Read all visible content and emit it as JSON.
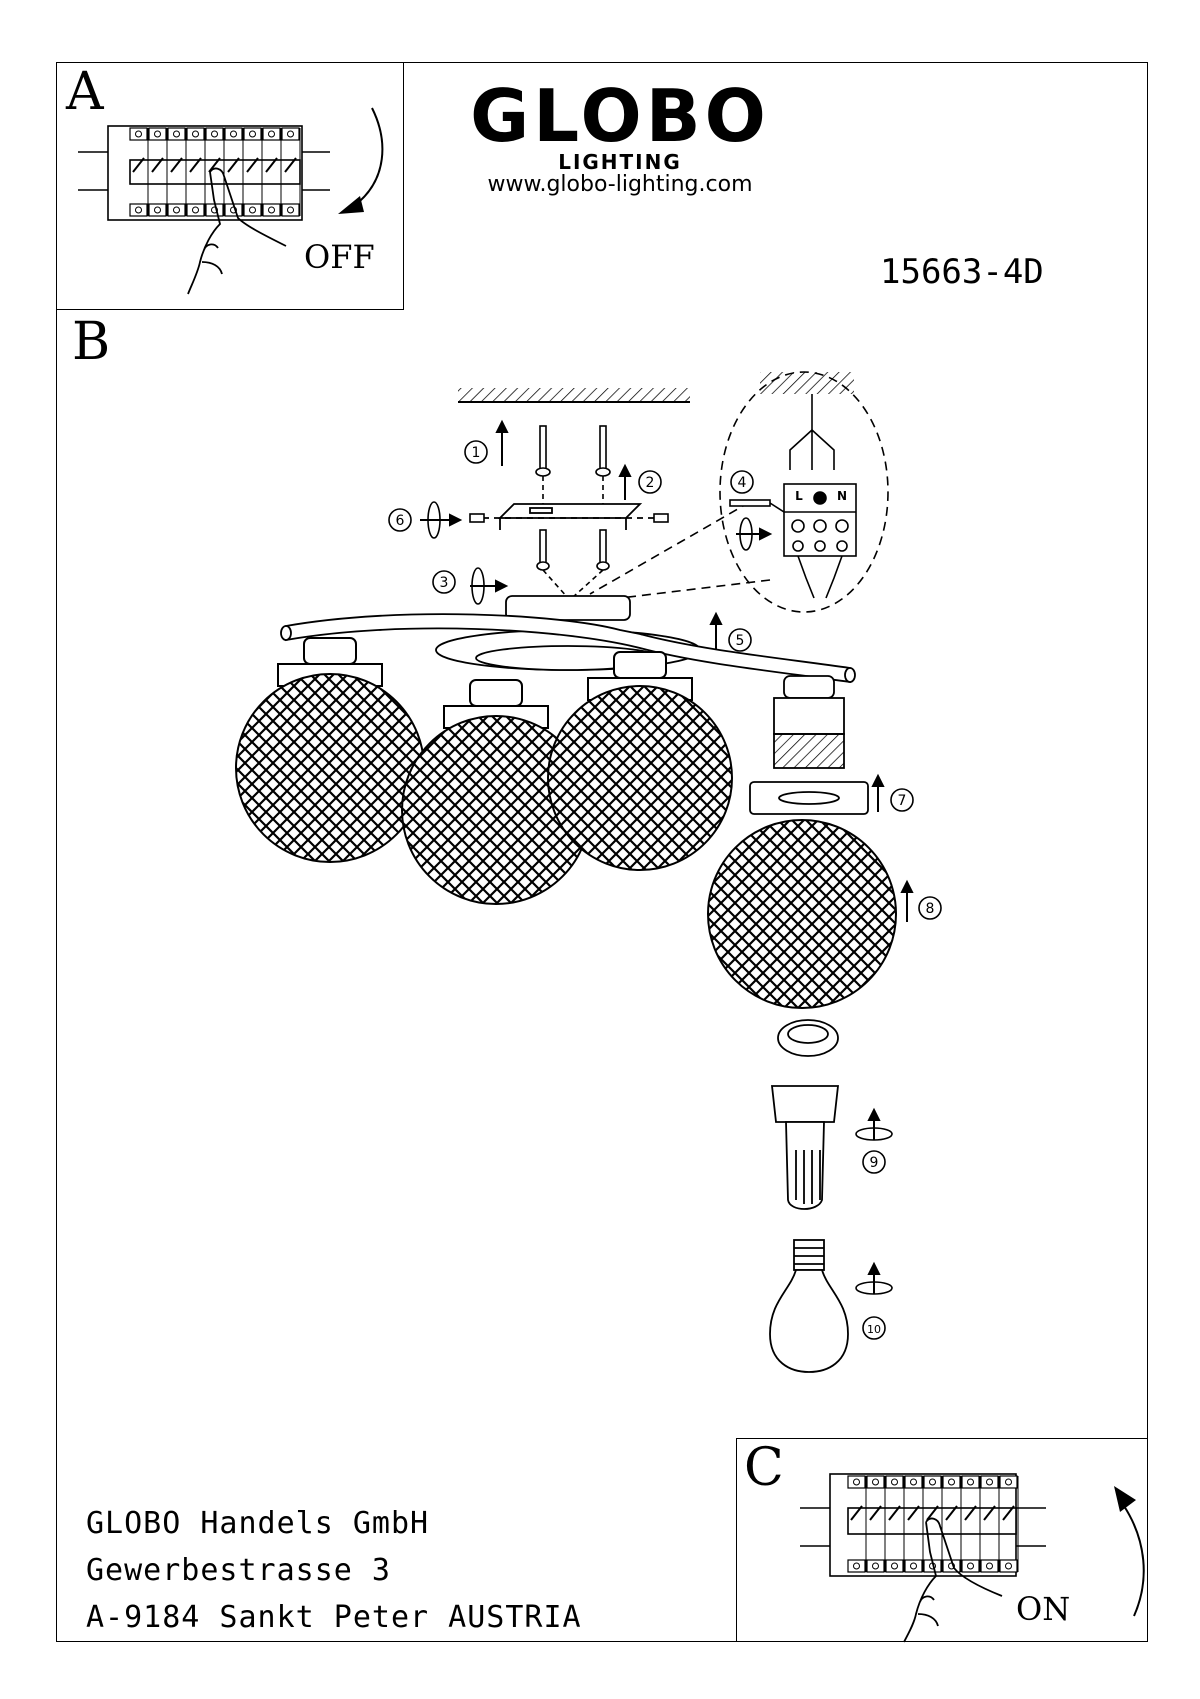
{
  "panels": {
    "a": {
      "letter": "A",
      "switch_label": "OFF"
    },
    "b": {
      "letter": "B"
    },
    "c": {
      "letter": "C",
      "switch_label": "ON"
    }
  },
  "logo": {
    "brand": "GLOBO",
    "sub": "LIGHTING",
    "url": "www.globo-lighting.com"
  },
  "model_number": "15663-4D",
  "terminal_labels": [
    "L",
    "N"
  ],
  "steps": [
    "1",
    "2",
    "3",
    "4",
    "5",
    "6",
    "7",
    "8",
    "9",
    "10"
  ],
  "address": {
    "line1": "GLOBO Handels GmbH",
    "line2": "Gewerbestrasse 3",
    "line3": "A-9184 Sankt Peter AUSTRIA"
  }
}
